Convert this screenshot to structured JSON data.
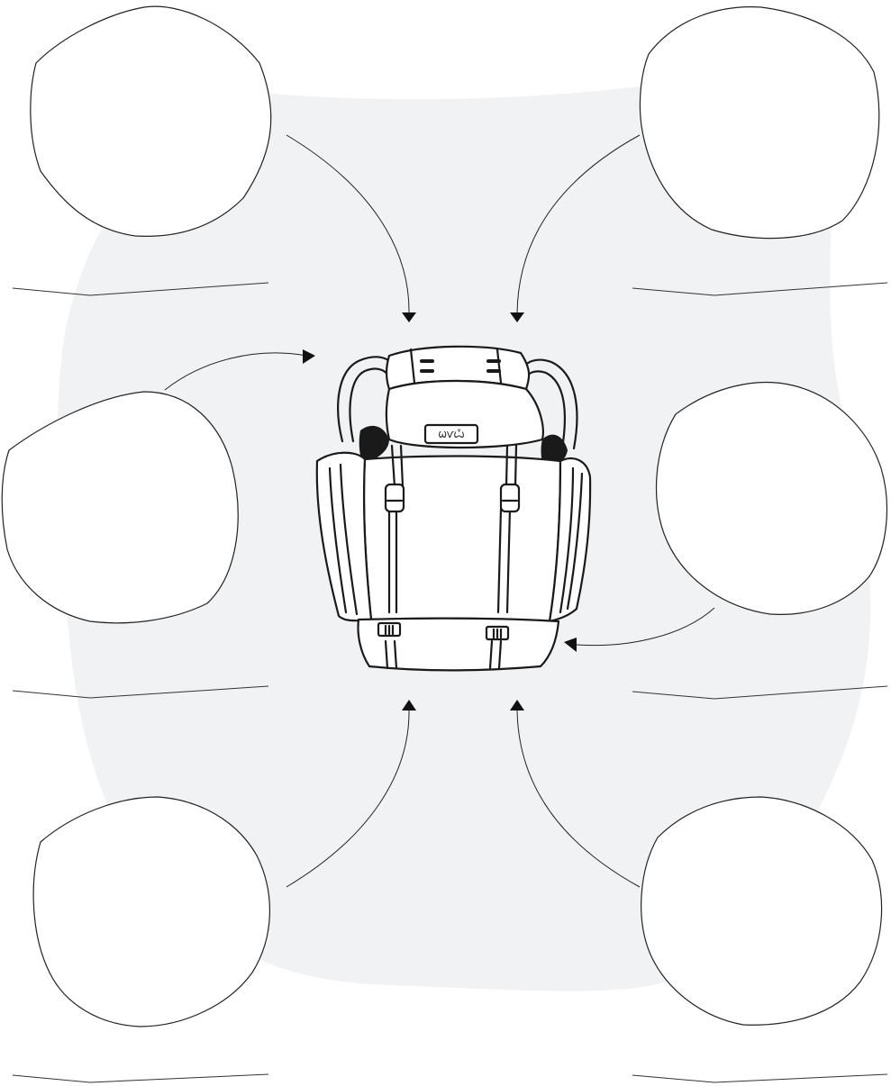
{
  "worksheet": {
    "background_color": "#f1f2f4",
    "ink_color": "#1a1a1a",
    "center_illustration": {
      "icon": "backpack-icon",
      "tag_text": "ѠѴѼ"
    },
    "thought_bubbles": [
      {
        "position": "top-left",
        "answer_lines": 1
      },
      {
        "position": "top-right",
        "answer_lines": 1
      },
      {
        "position": "middle-left",
        "answer_lines": 1
      },
      {
        "position": "middle-right",
        "answer_lines": 1
      },
      {
        "position": "bottom-left",
        "answer_lines": 1
      },
      {
        "position": "bottom-right",
        "answer_lines": 1
      }
    ]
  }
}
